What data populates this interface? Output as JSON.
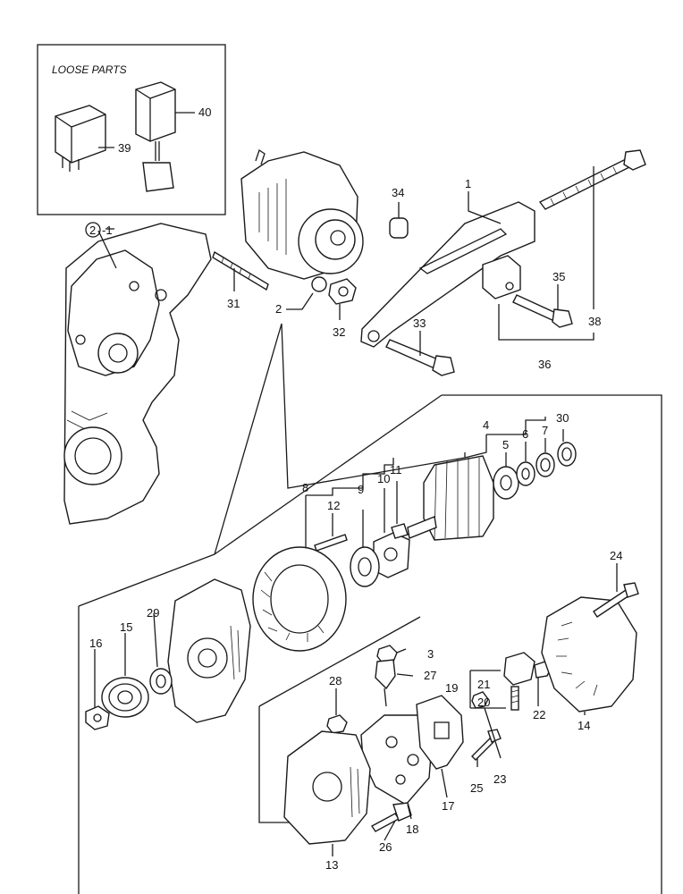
{
  "title": "LOOSE PARTS",
  "callouts": {
    "p1": "1",
    "p2": "2",
    "ref_2_1_circle": "2",
    "ref_2_1_suffix": "-1",
    "p3": "3",
    "p4": "4",
    "p5": "5",
    "p6": "6",
    "p7": "7",
    "p8": "8",
    "p9": "9",
    "p10": "10",
    "p11": "11",
    "p12": "12",
    "p13": "13",
    "p14": "14",
    "p15": "15",
    "p16": "16",
    "p17": "17",
    "p18": "18",
    "p19": "19",
    "p20": "20",
    "p21": "21",
    "p22": "22",
    "p23": "23",
    "p24": "24",
    "p25": "25",
    "p26": "26",
    "p27": "27",
    "p28": "28",
    "p29": "29",
    "p30": "30",
    "p31": "31",
    "p32": "32",
    "p33": "33",
    "p34": "34",
    "p35": "35",
    "p36": "36",
    "p38": "38",
    "p39": "39",
    "p40": "40"
  }
}
